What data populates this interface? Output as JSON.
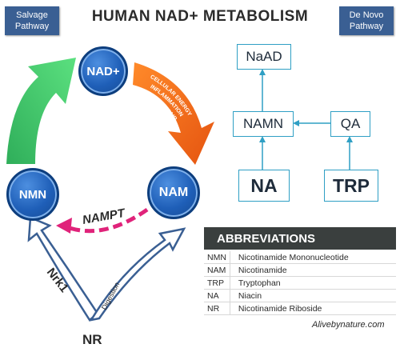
{
  "header": {
    "title": "HUMAN NAD+ METABOLISM",
    "salvage_label": "Salvage Pathway",
    "denovo_label": "De Novo Pathway"
  },
  "nodes": {
    "nad": "NAD+",
    "nmn": "NMN",
    "nam": "NAM",
    "nr": "NR"
  },
  "boxes": {
    "naad": "NaAD",
    "namn": "NAMN",
    "qa": "QA",
    "na": "NA",
    "trp": "TRP"
  },
  "labels": {
    "nampt": "NAMPT",
    "nrk1": "Nrk1",
    "digestion": "Digestion",
    "arrow_line1": "CELLULAR ENERGY",
    "arrow_line2": "INFLAMMATION",
    "arrow_line3": "DNA REPAIR"
  },
  "abbreviations": {
    "title": "ABBREVIATIONS",
    "rows": [
      {
        "code": "NMN",
        "name": "Nicotinamide Mononucleotide"
      },
      {
        "code": "NAM",
        "name": "Nicotinamide"
      },
      {
        "code": "TRP",
        "name": "Tryptophan"
      },
      {
        "code": "NA",
        "name": "Niacin"
      },
      {
        "code": "NR",
        "name": "Nicotinamide Riboside"
      }
    ]
  },
  "credit": "Alivebynature.com",
  "colors": {
    "blue_node": "#1f5fb8",
    "green_arrow": "#3cc46a",
    "orange_arrow": "#f26b1d",
    "magenta_arrow": "#e0237a",
    "teal_line": "#2f9fc4",
    "navy_arrow": "#3a5f93",
    "header_bar": "#3a3f3e"
  }
}
